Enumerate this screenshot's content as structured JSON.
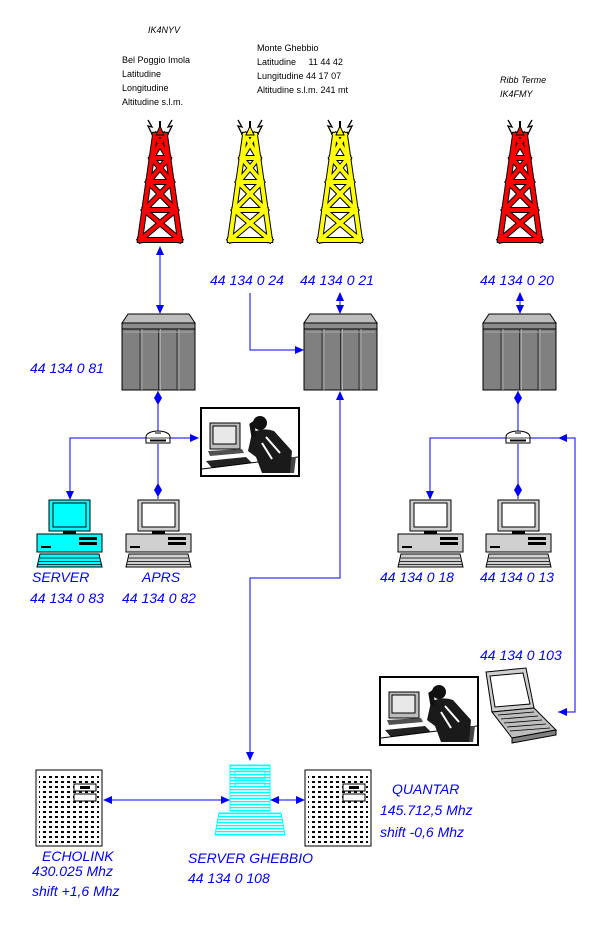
{
  "sites": {
    "bel_poggio_imola": {
      "callsign": "IK4NYV",
      "name": "Bel Poggio Imola",
      "latitude": "Latitudine",
      "longitude": "Longitudine",
      "altitude": "Altitudine s.l.m."
    },
    "monte_ghebbio": {
      "name": "Monte Ghebbio",
      "latitude": "Latitudine     11 44 42",
      "longitude": "Lungitudine 44 17 07",
      "altitude": "Altitudine s.l.m. 241 mt"
    },
    "ribb_terme": {
      "name": "Ribb Terme",
      "callsign": "IK4FMY"
    }
  },
  "labels": {
    "tower_ghebbio_1": "44 134 0 24",
    "tower_ghebbio_2": "44 134 0 21",
    "tower_ribb_terme": "44 134 0 20",
    "router_bel_poggio": "44 134 0 81",
    "server": {
      "name": "SERVER",
      "address": "44 134 0 83"
    },
    "aprs": {
      "name": "APRS",
      "address": "44 134 0 82"
    },
    "pc_left": "44 134 0 18",
    "pc_right": "44 134 0 13",
    "laptop": "44 134 0 103",
    "echolink": {
      "name": "ECHOLINK",
      "frequency": "430.025 Mhz",
      "shift": "shift +1,6 Mhz"
    },
    "server_ghebbio": {
      "name": "SERVER GHEBBIO",
      "address": "44 134 0 108"
    },
    "quantar": {
      "name": "QUANTAR",
      "frequency": "145.712,5 Mhz",
      "shift": "shift -0,6 Mhz"
    }
  },
  "colors": {
    "link": "#0000ff",
    "label": "#0000ff",
    "tower_red": "#ff0000",
    "tower_yellow": "#ffff00",
    "router": "#808080",
    "server_pc": "#00ffff",
    "server_ghebbio": "#00ffff",
    "background": "#ffffff"
  },
  "icons": [
    "radio-tower-icon",
    "router-icon",
    "hub-icon",
    "desktop-pc-icon",
    "laptop-icon",
    "server-tower-icon",
    "operator-photo"
  ]
}
